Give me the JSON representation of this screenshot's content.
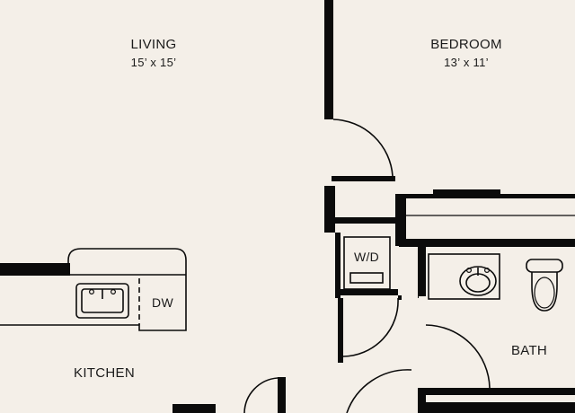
{
  "plan": {
    "colors": {
      "background": "#f4efe8",
      "wall": "#0b0b0b",
      "fixture_fill": "#f4efe8"
    },
    "rooms": {
      "living": {
        "name": "LIVING",
        "dims": "15’ x 15’"
      },
      "bedroom": {
        "name": "BEDROOM",
        "dims": "13’ x 11’"
      },
      "kitchen": {
        "name": "KITCHEN"
      },
      "bath": {
        "name": "BATH"
      }
    },
    "fixtures": {
      "washer_dryer": "W/D",
      "dishwasher": "DW"
    },
    "icons": [
      "sink-icon",
      "toilet-icon",
      "lavatory-icon",
      "door-swing-icon"
    ]
  }
}
